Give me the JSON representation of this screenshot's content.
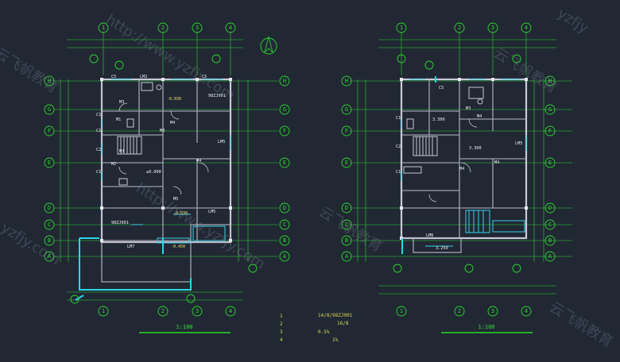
{
  "scales": [
    "1:100",
    "1:100"
  ],
  "axes_left": {
    "cols": [
      "1",
      "2",
      "3",
      "4"
    ],
    "rows": [
      "H",
      "G",
      "F",
      "E",
      "D",
      "C",
      "B",
      "A"
    ]
  },
  "axes_right": {
    "cols": [
      "1",
      "2",
      "3",
      "4"
    ],
    "rows": [
      "H",
      "G",
      "F",
      "E",
      "D",
      "C",
      "B",
      "A"
    ]
  },
  "left_labels": [
    {
      "t": "C5",
      "c": "w"
    },
    {
      "t": "LM2",
      "c": "w"
    },
    {
      "t": "C5",
      "c": "w"
    },
    {
      "t": "98ZJ901",
      "c": "w"
    },
    {
      "t": "M3",
      "c": "w"
    },
    {
      "t": "M1",
      "c": "w"
    },
    {
      "t": "M3",
      "c": "w"
    },
    {
      "t": "M4",
      "c": "w"
    },
    {
      "t": "C1",
      "c": "w"
    },
    {
      "t": "C1",
      "c": "w"
    },
    {
      "t": "C2",
      "c": "w"
    },
    {
      "t": "C1",
      "c": "w"
    },
    {
      "t": "M3",
      "c": "w"
    },
    {
      "t": "M2",
      "c": "w"
    },
    {
      "t": "M4",
      "c": "w"
    },
    {
      "t": "LM5",
      "c": "w"
    },
    {
      "t": "M5",
      "c": "w"
    },
    {
      "t": "LM5",
      "c": "w"
    },
    {
      "t": "LM7",
      "c": "w"
    },
    {
      "t": "98ZJ901",
      "c": "w"
    },
    {
      "t": "-0.030",
      "c": "y"
    },
    {
      "t": "±0.000",
      "c": "w"
    },
    {
      "t": "-0.030",
      "c": "y"
    },
    {
      "t": "-0.450",
      "c": "y"
    }
  ],
  "right_labels": [
    {
      "t": "C5",
      "c": "w"
    },
    {
      "t": "M3",
      "c": "w"
    },
    {
      "t": "M4",
      "c": "w"
    },
    {
      "t": "C1",
      "c": "w"
    },
    {
      "t": "C1",
      "c": "w"
    },
    {
      "t": "C2",
      "c": "w"
    },
    {
      "t": "LM5",
      "c": "w"
    },
    {
      "t": "M4",
      "c": "w"
    },
    {
      "t": "M4",
      "c": "w"
    },
    {
      "t": "LM6",
      "c": "w"
    },
    {
      "t": "3.300",
      "c": "w"
    },
    {
      "t": "3.300",
      "c": "w"
    },
    {
      "t": "3.250",
      "c": "w"
    }
  ],
  "notes": [
    "14/8/98ZJ901",
    "16/8",
    "1",
    "2",
    "3",
    "4",
    "0.5%",
    "1%"
  ],
  "watermarks": [
    "http://www.yzfjy.com",
    "云飞帆教育",
    "yzfjy.com",
    "云飞帆教育",
    "http://www.yzfjy.com",
    "云飞帆教育",
    "yzfjy",
    "云飞帆教育"
  ]
}
